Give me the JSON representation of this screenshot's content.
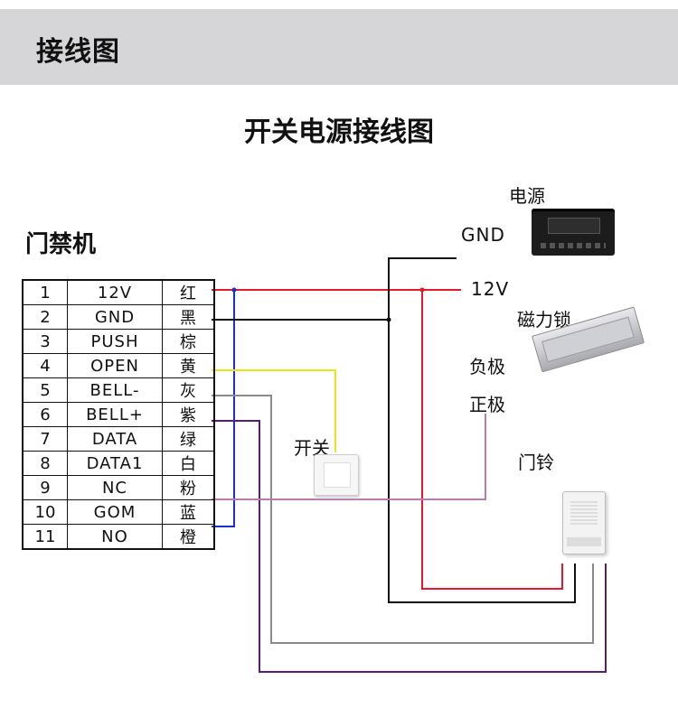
{
  "header": {
    "title": "接线图"
  },
  "diagram": {
    "title": "开关电源接线图",
    "controller_label": "门禁机",
    "pins": [
      {
        "num": "1",
        "name": "12V",
        "color": "红"
      },
      {
        "num": "2",
        "name": "GND",
        "color": "黑"
      },
      {
        "num": "3",
        "name": "PUSH",
        "color": "棕"
      },
      {
        "num": "4",
        "name": "OPEN",
        "color": "黄"
      },
      {
        "num": "5",
        "name": "BELL-",
        "color": "灰"
      },
      {
        "num": "6",
        "name": "BELL+",
        "color": "紫"
      },
      {
        "num": "7",
        "name": "DATA",
        "color": "绿"
      },
      {
        "num": "8",
        "name": "DATA1",
        "color": "白"
      },
      {
        "num": "9",
        "name": "NC",
        "color": "粉"
      },
      {
        "num": "10",
        "name": "GOM",
        "color": "蓝"
      },
      {
        "num": "11",
        "name": "NO",
        "color": "橙"
      }
    ],
    "power_supply": {
      "label": "电源",
      "gnd": "GND",
      "v12": "12V"
    },
    "mag_lock": {
      "label": "磁力锁",
      "negative": "负极",
      "positive": "正极"
    },
    "exit_switch": {
      "label": "开关"
    },
    "door_bell": {
      "label": "门铃"
    },
    "wire_colors": {
      "red": "#e8182a",
      "black": "#111111",
      "yellow": "#f2e01a",
      "gray": "#8a8a8a",
      "purple": "#5a1a78",
      "pink": "#b87ab0",
      "blue": "#1b2fd0"
    }
  }
}
